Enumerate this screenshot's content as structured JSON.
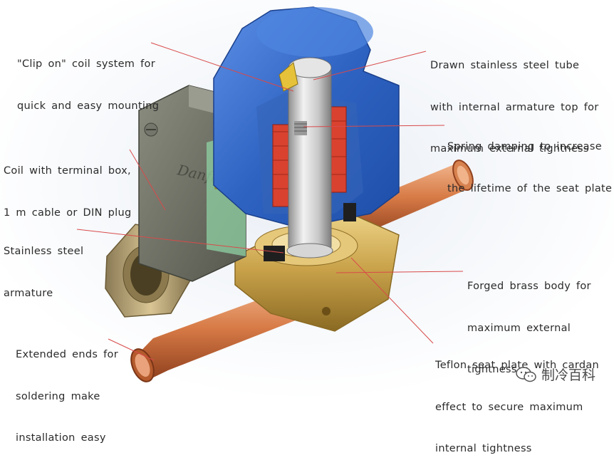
{
  "labels": {
    "clip_on": [
      "\"Clip on\" coil system for",
      "quick and easy mounting"
    ],
    "coil": [
      "Coil with terminal box,",
      "1 m cable or DIN plug"
    ],
    "armature": [
      "Stainless steel",
      "armature"
    ],
    "ends": [
      "Extended ends for",
      "soldering make",
      "installation easy"
    ],
    "tube": [
      "Drawn stainless steel tube",
      "with internal armature top for",
      "maximum external tightness"
    ],
    "spring": [
      "Spring damping to increase",
      "the lifetime of the seat plate"
    ],
    "body": [
      "Forged brass body for",
      "maximum external",
      "tightness"
    ],
    "teflon": [
      "Teflon seat plate with cardan",
      "effect to secure maximum",
      "internal tightness"
    ]
  },
  "watermark": {
    "text": "制冷百科",
    "icon": "wechat-icon"
  },
  "colors": {
    "leader": "#d94a4a",
    "coil_blue": "#3a6fc9",
    "brass": "#c9a24a",
    "copper": "#c8663a",
    "steel": "#c9c9c9",
    "terminal_box": "#6b6d62"
  }
}
